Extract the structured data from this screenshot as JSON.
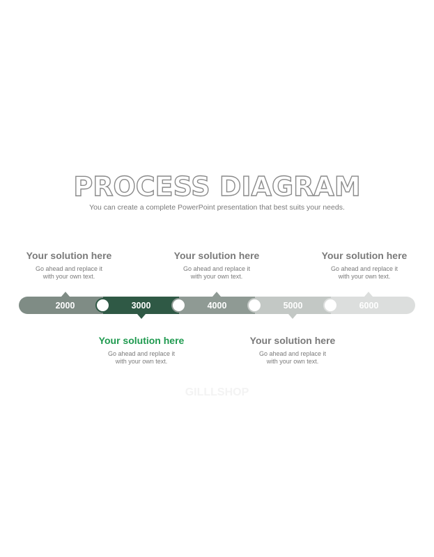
{
  "header": {
    "title": "PROCESS DIAGRAM",
    "subtitle": "You can create a complete PowerPoint presentation that best suits your needs."
  },
  "timeline": [
    {
      "label": "2000",
      "color": "#7f8c85"
    },
    {
      "label": "3000",
      "color": "#2f5945"
    },
    {
      "label": "4000",
      "color": "#8f9a94"
    },
    {
      "label": "5000",
      "color": "#c3c8c5"
    },
    {
      "label": "6000",
      "color": "#dcdedd"
    }
  ],
  "solutions": [
    {
      "heading": "Your solution here",
      "desc_line1": "Go ahead and replace it",
      "desc_line2": "with your own text."
    },
    {
      "heading": "Your solution here",
      "desc_line1": "Go ahead and replace it",
      "desc_line2": "with your own text."
    },
    {
      "heading": "Your solution here",
      "desc_line1": "Go ahead and replace it",
      "desc_line2": "with your own text."
    },
    {
      "heading": "Your solution here",
      "desc_line1": "Go ahead and replace it",
      "desc_line2": "with your own text."
    },
    {
      "heading": "Your solution here",
      "desc_line1": "Go ahead and replace it",
      "desc_line2": "with your own text."
    }
  ],
  "colors": {
    "highlight_heading": "#1f9a4f",
    "text_gray": "#7a7a7a"
  },
  "watermark": "GILLLSHOP"
}
